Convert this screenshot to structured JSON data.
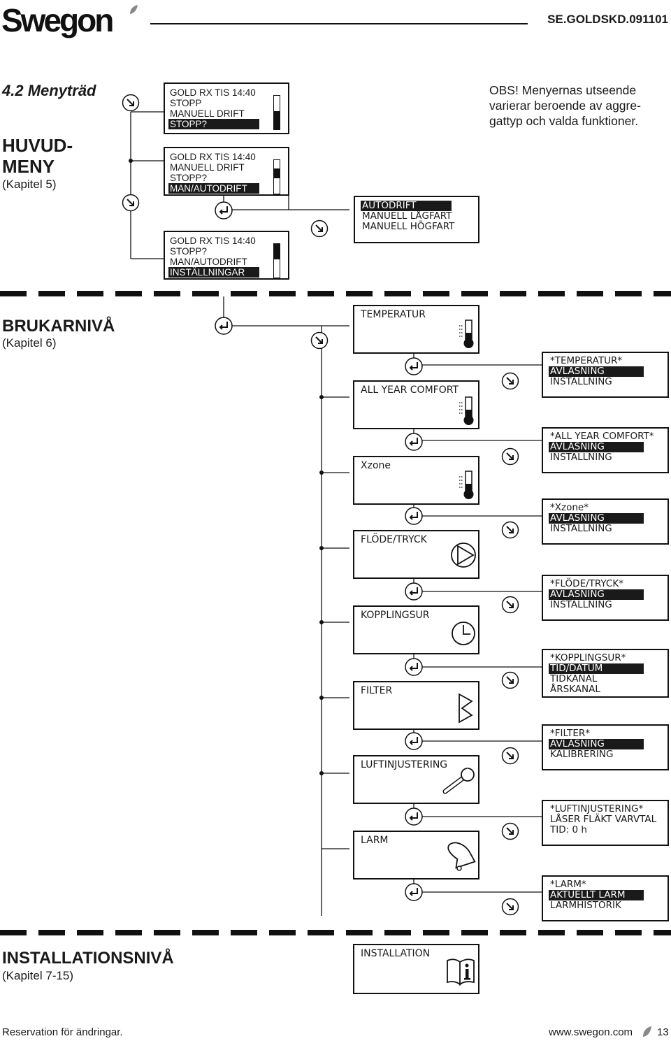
{
  "header": {
    "logo": "Swegon",
    "doc_code": "SE.GOLDSKD.091101"
  },
  "section_title": "4.2 Menyträd",
  "huvudmeny": {
    "title_line1": "HUVUD-",
    "title_line2": "MENY",
    "chapter": "(Kapitel 5)"
  },
  "brukarniva": {
    "title": "BRUKARNIVÅ",
    "chapter": "(Kapitel 6)"
  },
  "installationsniva": {
    "title": "INSTALLATIONSNIVÅ",
    "chapter": "(Kapitel 7-15)"
  },
  "note": {
    "line1": "OBS! Menyernas utseende",
    "line2": "varierar beroende av aggre-",
    "line3": "gattyp och valda funktioner."
  },
  "main_screens": [
    {
      "lines": [
        "GOLD RX     TIS  14:40",
        "STOPP",
        "MANUELL DRIFT",
        "STOPP?"
      ],
      "selected": 3
    },
    {
      "lines": [
        "GOLD RX     TIS  14:40",
        "MANUELL DRIFT",
        "STOPP?",
        "MAN/AUTODRIFT"
      ],
      "selected": 3
    },
    {
      "lines": [
        "GOLD RX     TIS  14:40",
        "STOPP?",
        "MAN/AUTODRIFT",
        "INSTÄLLNINGAR"
      ],
      "selected": 3
    }
  ],
  "autodrift_menu": {
    "lines": [
      "AUTODRIFT",
      "MANUELL LÅGFART",
      "MANUELL HÖGFART"
    ],
    "selected": 0
  },
  "user_menu": [
    {
      "label": "TEMPERATUR",
      "icon": "thermometer-icon"
    },
    {
      "label": "ALL YEAR COMFORT",
      "icon": "thermometer-icon"
    },
    {
      "label": "Xzone",
      "icon": "thermometer-icon"
    },
    {
      "label": "FLÖDE/TRYCK",
      "icon": "fan-icon"
    },
    {
      "label": "KOPPLINGSUR",
      "icon": "clock-icon"
    },
    {
      "label": "FILTER",
      "icon": "filter-icon"
    },
    {
      "label": "LUFTINJUSTERING",
      "icon": "wrench-icon"
    },
    {
      "label": "LARM",
      "icon": "bell-icon"
    }
  ],
  "submenus": [
    {
      "lines": [
        "*TEMPERATUR*",
        "AVLÄSNING",
        "INSTÄLLNING"
      ],
      "selected": 1
    },
    {
      "lines": [
        "*ALL YEAR COMFORT*",
        "AVLÄSNING",
        "INSTÄLLNING"
      ],
      "selected": 1
    },
    {
      "lines": [
        "*Xzone*",
        "AVLÄSNING",
        "INSTÄLLNING"
      ],
      "selected": 1
    },
    {
      "lines": [
        "*FLÖDE/TRYCK*",
        "AVLÄSNING",
        "INSTÄLLNING"
      ],
      "selected": 1
    },
    {
      "lines": [
        "*KOPPLINGSUR*",
        "TID/DATUM",
        "TIDKANAL",
        "ÅRSKANAL"
      ],
      "selected": 1
    },
    {
      "lines": [
        "*FILTER*",
        "AVLÄSNING",
        "KALIBRERING"
      ],
      "selected": 1
    },
    {
      "lines": [
        "*LUFTINJUSTERING*",
        "LÅSER FLÄKT VARVTAL",
        "TID:  0 h"
      ],
      "selected": -1
    },
    {
      "lines": [
        "*LARM*",
        "AKTUELLT LARM",
        "LARMHISTORIK"
      ],
      "selected": 1
    }
  ],
  "installation": {
    "label": "INSTALLATION",
    "icon": "book-info-icon"
  },
  "footer": {
    "left": "Reservation för ändringar.",
    "url": "www.swegon.com",
    "page": "13"
  },
  "icons": {
    "down_arrow": "down-arrow-icon",
    "enter": "enter-icon"
  }
}
